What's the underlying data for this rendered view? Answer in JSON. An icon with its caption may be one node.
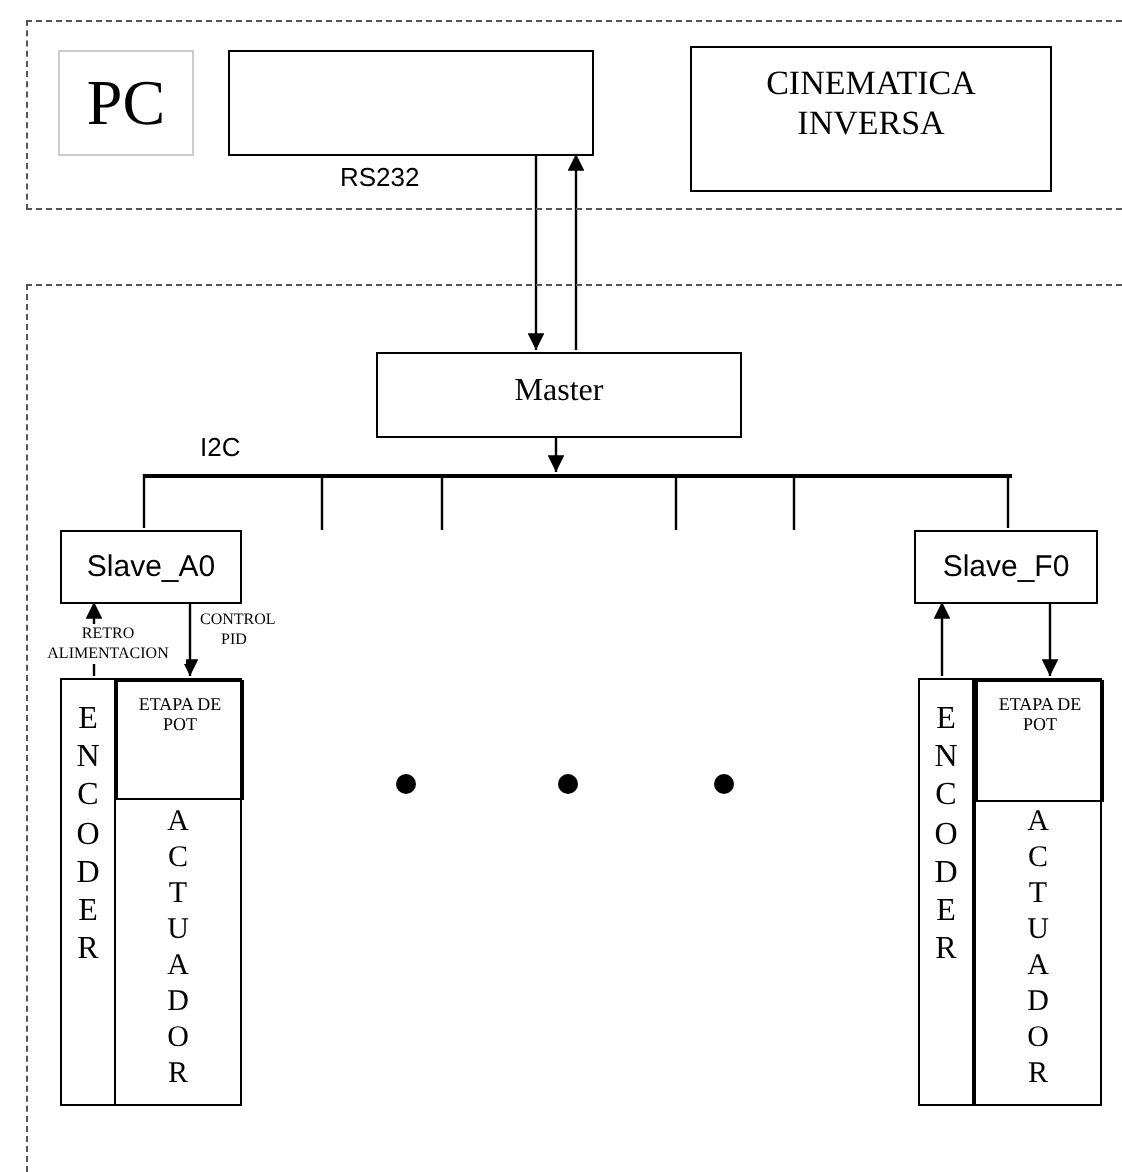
{
  "diagram": {
    "nodes": [
      {
        "text": [],
        "shape": "box"
      },
      {
        "text": [
          "PC"
        ],
        "in": 0
      },
      {
        "text": [],
        "shape": "box",
        "in": 0
      },
      {
        "text": [
          "CINEMATICA INVERSA"
        ],
        "in": 0
      },
      {
        "text": [],
        "shape": "box"
      },
      {
        "text": [
          "Master"
        ],
        "in": 4
      },
      {
        "text": [],
        "shape": "bar",
        "beside": [
          "I2C"
        ],
        "in": 4
      },
      {
        "text": [
          "Slave_A0"
        ],
        "in": 4
      },
      {
        "text": [
          "Slave_F0"
        ],
        "in": 4
      },
      {
        "text": [
          "ENCODER"
        ],
        "in": 4
      },
      {
        "text": [
          "ACTUADOR"
        ],
        "in": 4
      },
      {
        "text": [
          "ETAPA DE POT"
        ],
        "in": 10
      },
      {
        "text": [
          "ENCODER"
        ],
        "in": 4
      },
      {
        "text": [
          "ACTUADOR"
        ],
        "in": 4
      },
      {
        "text": [
          "ETAPA DE POT"
        ],
        "in": 13
      }
    ],
    "edges": [
      {
        "from": 2,
        "to": 5,
        "arrow": "to",
        "label": "RS232"
      },
      {
        "from": 5,
        "to": 2,
        "arrow": "to"
      },
      {
        "from": 5,
        "to": 6,
        "arrow": "to"
      },
      {
        "from": 6,
        "to": 7,
        "arrow": "none"
      },
      {
        "from": 6,
        "to": 8,
        "arrow": "none"
      },
      {
        "from": 6,
        "to": null,
        "arrow": "none"
      },
      {
        "from": 6,
        "to": null,
        "arrow": "none"
      },
      {
        "from": 6,
        "to": null,
        "arrow": "none"
      },
      {
        "from": 6,
        "to": null,
        "arrow": "none"
      },
      {
        "from": 9,
        "to": 7,
        "arrow": "to",
        "label": "RETRO ALIMENTACION"
      },
      {
        "from": 7,
        "to": 11,
        "arrow": "to",
        "label": "CONTROL PID"
      },
      {
        "from": 12,
        "to": 8,
        "arrow": "to"
      },
      {
        "from": 8,
        "to": 14,
        "arrow": "to"
      }
    ]
  }
}
